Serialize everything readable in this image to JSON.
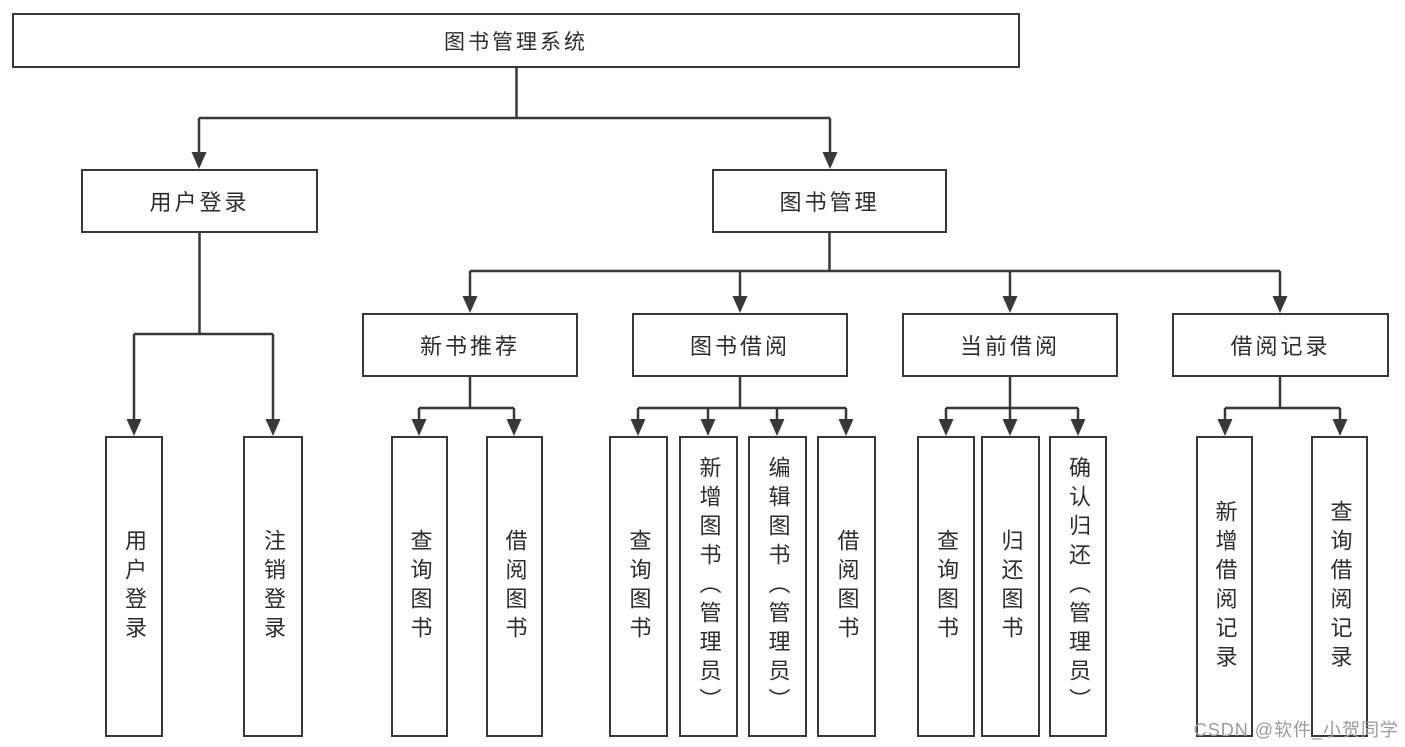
{
  "diagram": {
    "root": {
      "label": "图书管理系统"
    },
    "level2": [
      {
        "label": "用户登录"
      },
      {
        "label": "图书管理"
      }
    ],
    "level3": [
      {
        "label": "新书推荐"
      },
      {
        "label": "图书借阅"
      },
      {
        "label": "当前借阅"
      },
      {
        "label": "借阅记录"
      }
    ],
    "leaves": {
      "user_login": [
        "用户登录",
        "注销登录"
      ],
      "new_books": [
        "查询图书",
        "借阅图书"
      ],
      "borrowing": [
        "查询图书",
        "新增图书（管理员）",
        "编辑图书（管理员）",
        "借阅图书"
      ],
      "current": [
        "查询图书",
        "归还图书",
        "确认归还（管理员）"
      ],
      "records": [
        "新增借阅记录",
        "查询借阅记录"
      ]
    }
  },
  "watermark": {
    "text": "CSDN @软件_小贺同学"
  },
  "colors": {
    "line": "#383838",
    "border": "#383838",
    "text": "#2d2d2d",
    "watermark": "#9b9b9b",
    "background": "#ffffff"
  }
}
